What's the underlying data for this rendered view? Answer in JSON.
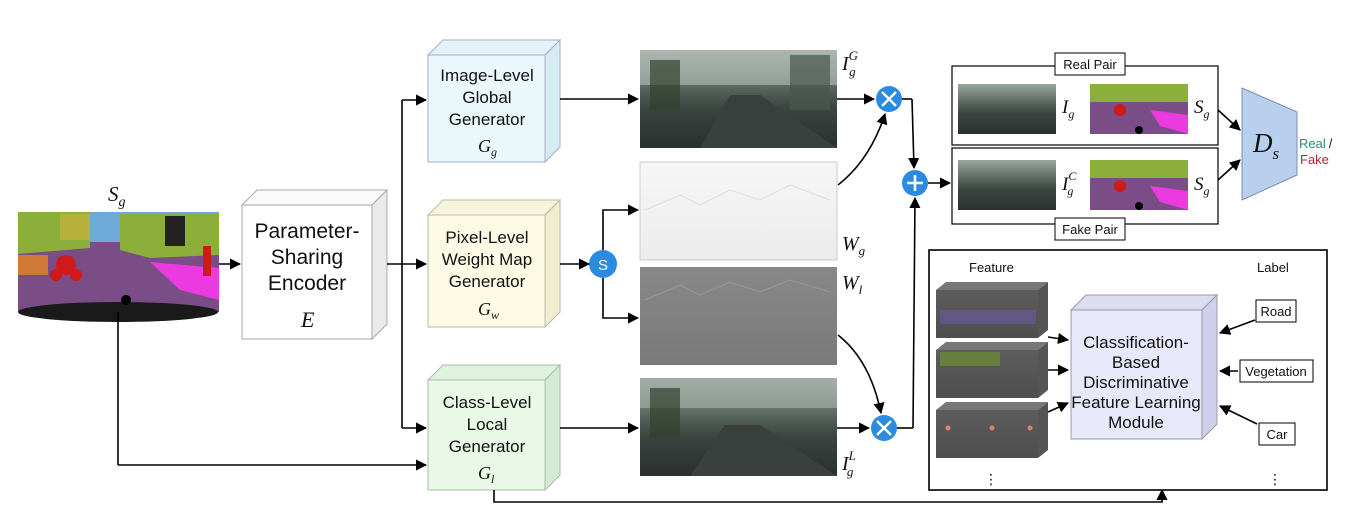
{
  "input": {
    "label_main": "S",
    "label_sub": "g"
  },
  "encoder": {
    "line1": "Parameter-",
    "line2": "Sharing",
    "line3": "Encoder",
    "symbol": "E"
  },
  "global_generator": {
    "line1": "Image-Level",
    "line2": "Global",
    "line3": "Generator",
    "symbol_main": "G",
    "symbol_sub": "g"
  },
  "weight_generator": {
    "line1": "Pixel-Level",
    "line2": "Weight Map",
    "line3": "Generator",
    "symbol_main": "G",
    "symbol_sub": "w"
  },
  "local_generator": {
    "line1": "Class-Level",
    "line2": "Local",
    "line3": "Generator",
    "symbol_main": "G",
    "symbol_sub": "l"
  },
  "softmax_node": {
    "label": "S"
  },
  "outputs": {
    "global_image": {
      "main": "I",
      "sub": "g",
      "sup": "G"
    },
    "weight_g": {
      "main": "W",
      "sub": "g"
    },
    "weight_l": {
      "main": "W",
      "sub": "l"
    },
    "local_image": {
      "main": "I",
      "sub": "g",
      "sup": "L"
    }
  },
  "discriminator": {
    "real_pair_label": "Real Pair",
    "fake_pair_label": "Fake Pair",
    "real_image": {
      "main": "I",
      "sub": "g"
    },
    "fake_image": {
      "main": "I",
      "sub": "g",
      "sup": "C"
    },
    "seg_label": {
      "main": "S",
      "sub": "g"
    },
    "symbol_main": "D",
    "symbol_sub": "s",
    "real_word": "Real",
    "slash": "/",
    "fake_word": "Fake",
    "real_color": "#2e8b7a",
    "fake_color": "#b0243a"
  },
  "feature_module": {
    "feature_header": "Feature",
    "label_header": "Label",
    "module_line1": "Classification-",
    "module_line2": "Based",
    "module_line3": "Discriminative",
    "module_line4": "Feature Learning",
    "module_line5": "Module",
    "labels": [
      "Road",
      "Vegetation",
      "Car"
    ],
    "ellipsis": "⋮"
  },
  "colors": {
    "global_gen_fill": "#eaf8fb",
    "weight_gen_fill": "#fdfbe6",
    "local_gen_fill": "#eaf8e8",
    "module_fill": "#e8e8fb",
    "disc_fill": "#b8cfee",
    "node_fill": "#2a8be0"
  }
}
